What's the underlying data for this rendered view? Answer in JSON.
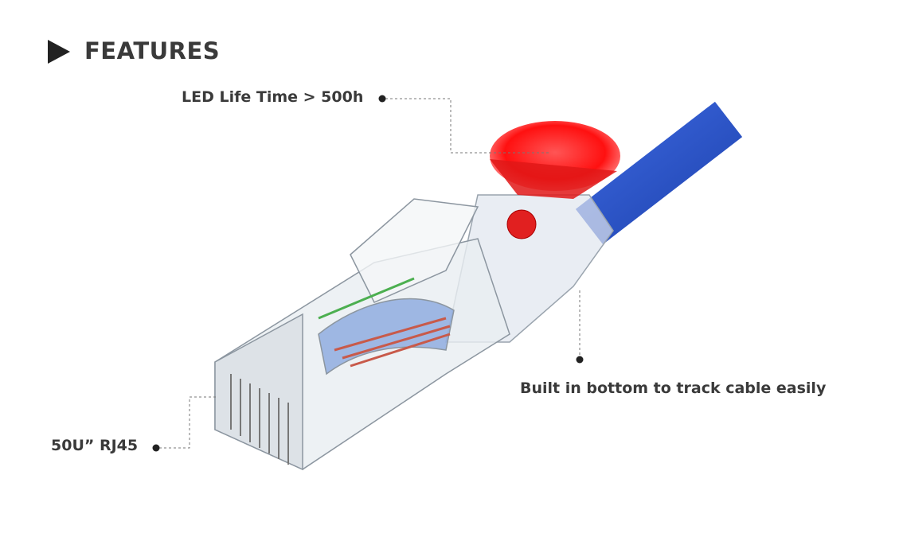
{
  "header": {
    "title": "FEATURES",
    "icon": "play-triangle-icon"
  },
  "callouts": {
    "led": "LED Life Time > 500h",
    "bottom": "Built in bottom to track cable easily",
    "rj45": "50U” RJ45"
  },
  "colors": {
    "text": "#3a3a3a",
    "cable": "#2b55c8",
    "led": "#ff1a1a"
  }
}
